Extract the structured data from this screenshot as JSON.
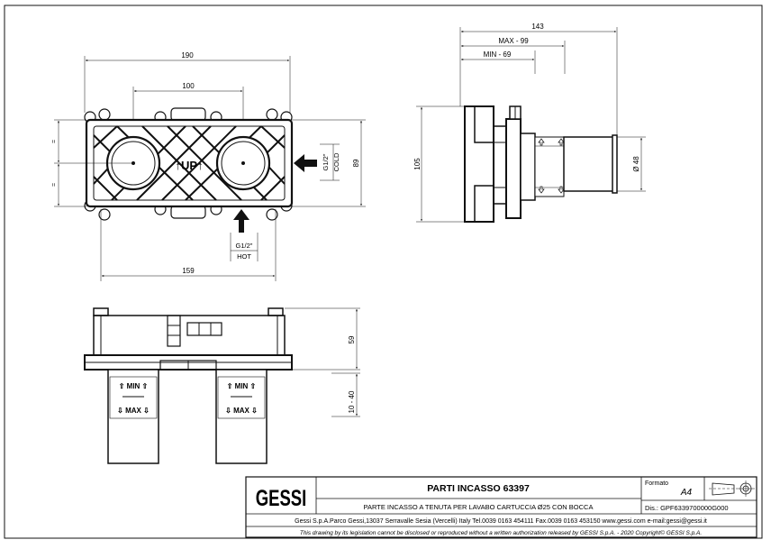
{
  "dims": {
    "d190": "190",
    "d100": "100",
    "d159": "159",
    "d89": "89",
    "d143": "143",
    "max99": "MAX - 99",
    "min69": "MIN - 69",
    "d105": "105",
    "d48": "Ø 48",
    "d59": "59",
    "d1040": "10 - 40"
  },
  "labels": {
    "up": "↑UP↑",
    "cold_size": "G1/2\"",
    "cold": "COLD",
    "hot_size": "G1/2\"",
    "hot": "HOT",
    "eq": "=",
    "min": "⇧ MIN ⇧",
    "max": "⇩ MAX ⇩"
  },
  "title_block": {
    "logo": "GESSI",
    "title": "PARTI INCASSO 63397",
    "description": "PARTE INCASSO A TENUTA PER LAVABO CARTUCCIA Ø25 CON BOCCA",
    "format_label": "Formato",
    "format_value": "A4",
    "drawing_no": "Dis.: GPF6339700000G000",
    "company": "Gessi S.p.A.Parco Gessi,13037 Serravalle Sesia (Vercelli) Italy Tel.0039 0163 454111 Fax.0039 0163 453150 www.gessi.com e-mail:gessi@gessi.it",
    "legal": "This drawing by its legislation cannot be disclosed or reproduced without a written authorization released by GESSI S.p.A. - 2020 Copyright© GESSI S.p.A."
  },
  "colors": {
    "line": "#111111",
    "fill": "#ffffff"
  }
}
